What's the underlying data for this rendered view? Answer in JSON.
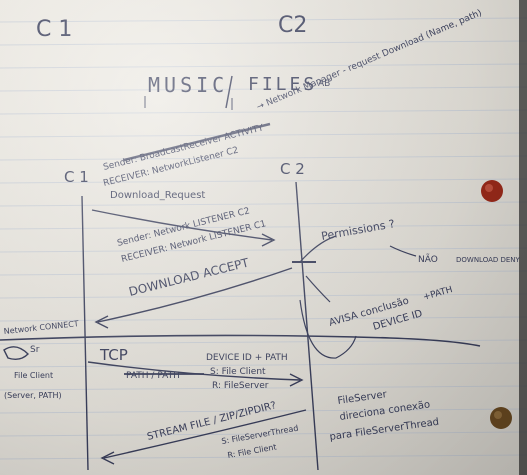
{
  "notes": {
    "top": {
      "c1": "C 1",
      "c2": "C2",
      "music": "MUSIC",
      "files": "FILES",
      "ab": "AB",
      "strike_top": "Sender: BroadcastReceiver ACTIVITY",
      "right_note": "→ Network Manager - request Download (Name, path)",
      "receiver_note": "RECEIVER: NetworkListener C2",
      "download_request": "Download_Request"
    },
    "diagram": {
      "c1": "C 1",
      "c2": "C 2",
      "sender_line": "Sender: Network LISTENER C2",
      "receiver_line": "RECEIVER: Network LISTENER C1",
      "download_accept": "DOWNLOAD ACCEPT",
      "permission": "Permissions ?",
      "nao": "NÃO",
      "download_deny": "DOWNLOAD DENY",
      "path_note": "+PATH",
      "aviso_line1": "AVISA conclusão",
      "aviso_line2": "DEVICE ID"
    },
    "tcp_section": {
      "left_label": "Network CONNECT",
      "left_sub1": "Sr",
      "left_sub2": "File Client",
      "left_sub3": "(Server, PATH)",
      "tcp": "TCP",
      "device_id_path": "DEVICE ID + PATH",
      "s_line": "S: File Client",
      "r_line": "R: FileServer",
      "strike_path": "PATH / PATH",
      "stream": "STREAM FILE / ZIP/ZIPDIR?",
      "s_bottom": "S: FileServerThread",
      "r_bottom": "R: File Client",
      "right_note_1": "FileServer",
      "right_note_2": "direciona conexão",
      "right_note_3": "para FileServerThread"
    }
  }
}
